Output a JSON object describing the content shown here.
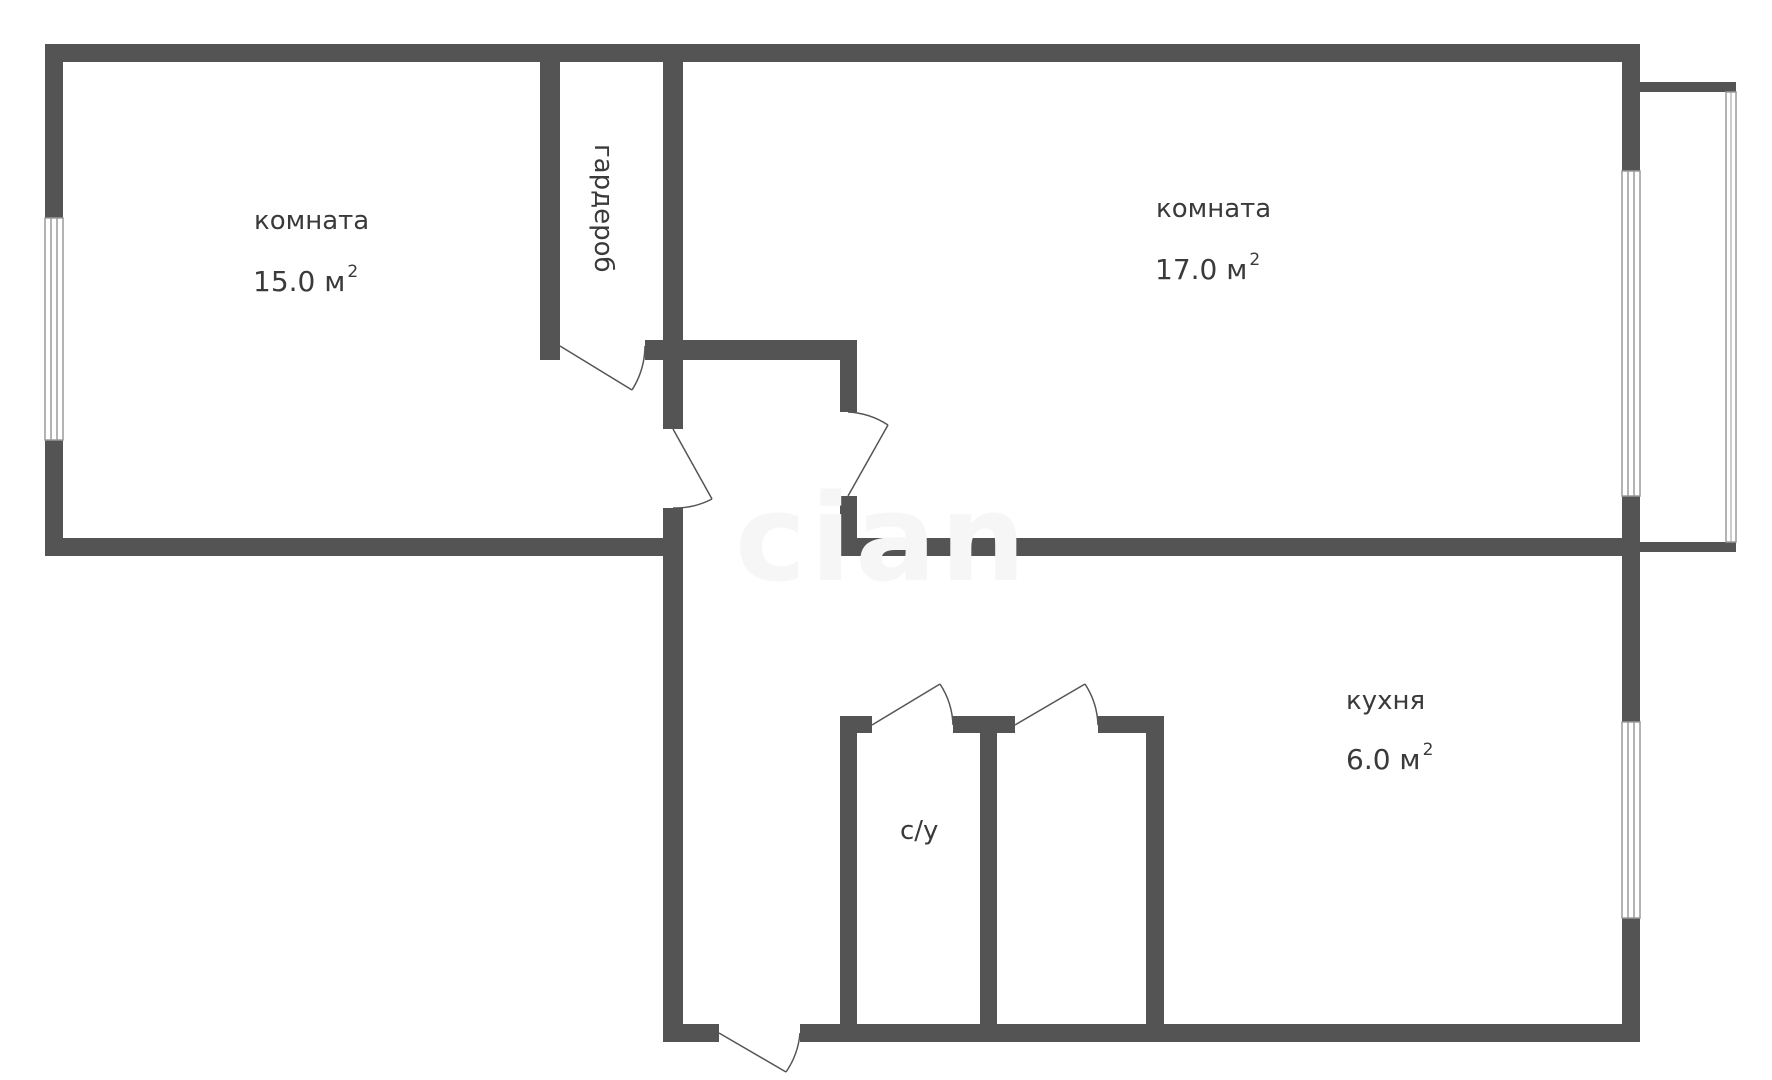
{
  "colors": {
    "wall": "#545454",
    "line": "#555555",
    "window": "#9a9a9a",
    "text": "#3a3a3a"
  },
  "rooms": {
    "room_left": {
      "label": "комната",
      "area_value": "15.0 м",
      "area_sup": "2"
    },
    "wardrobe": {
      "label": "гардероб"
    },
    "room_right": {
      "label": "комната",
      "area_value": "17.0 м",
      "area_sup": "2"
    },
    "kitchen": {
      "label": "кухня",
      "area_value": "6.0 м",
      "area_sup": "2"
    },
    "bathroom": {
      "label": "с/у"
    }
  }
}
